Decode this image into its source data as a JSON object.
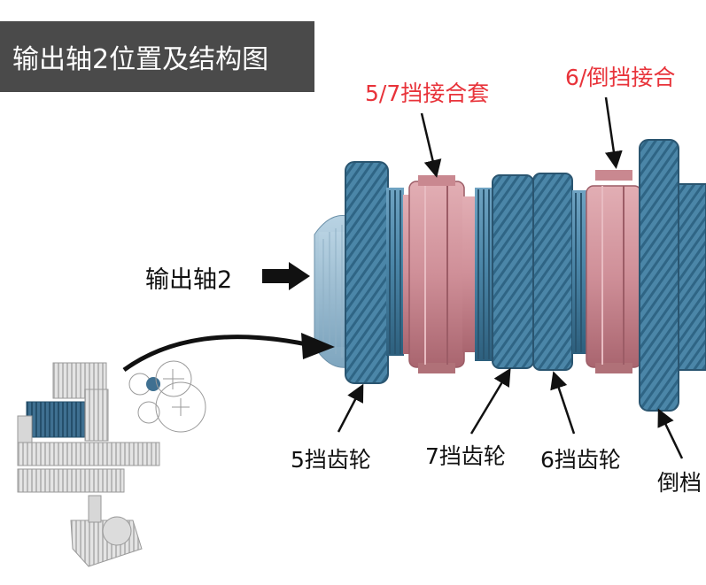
{
  "title": "输出轴2位置及结构图",
  "shaft_label": "输出轴2",
  "labels": {
    "sleeve_57": "5/7挡接合套",
    "sleeve_6r": "6/倒挡接合",
    "gear5": "5挡齿轮",
    "gear7": "7挡齿轮",
    "gear6": "6挡齿轮",
    "gear_r": "倒档"
  },
  "colors": {
    "gear_blue": "#4b86a8",
    "gear_dark": "#2d5f7d",
    "sleeve_pink": "#cf8f98",
    "sleeve_dark": "#a9656f",
    "label_red": "#e8333a",
    "title_bg": "#4a4a4a"
  }
}
